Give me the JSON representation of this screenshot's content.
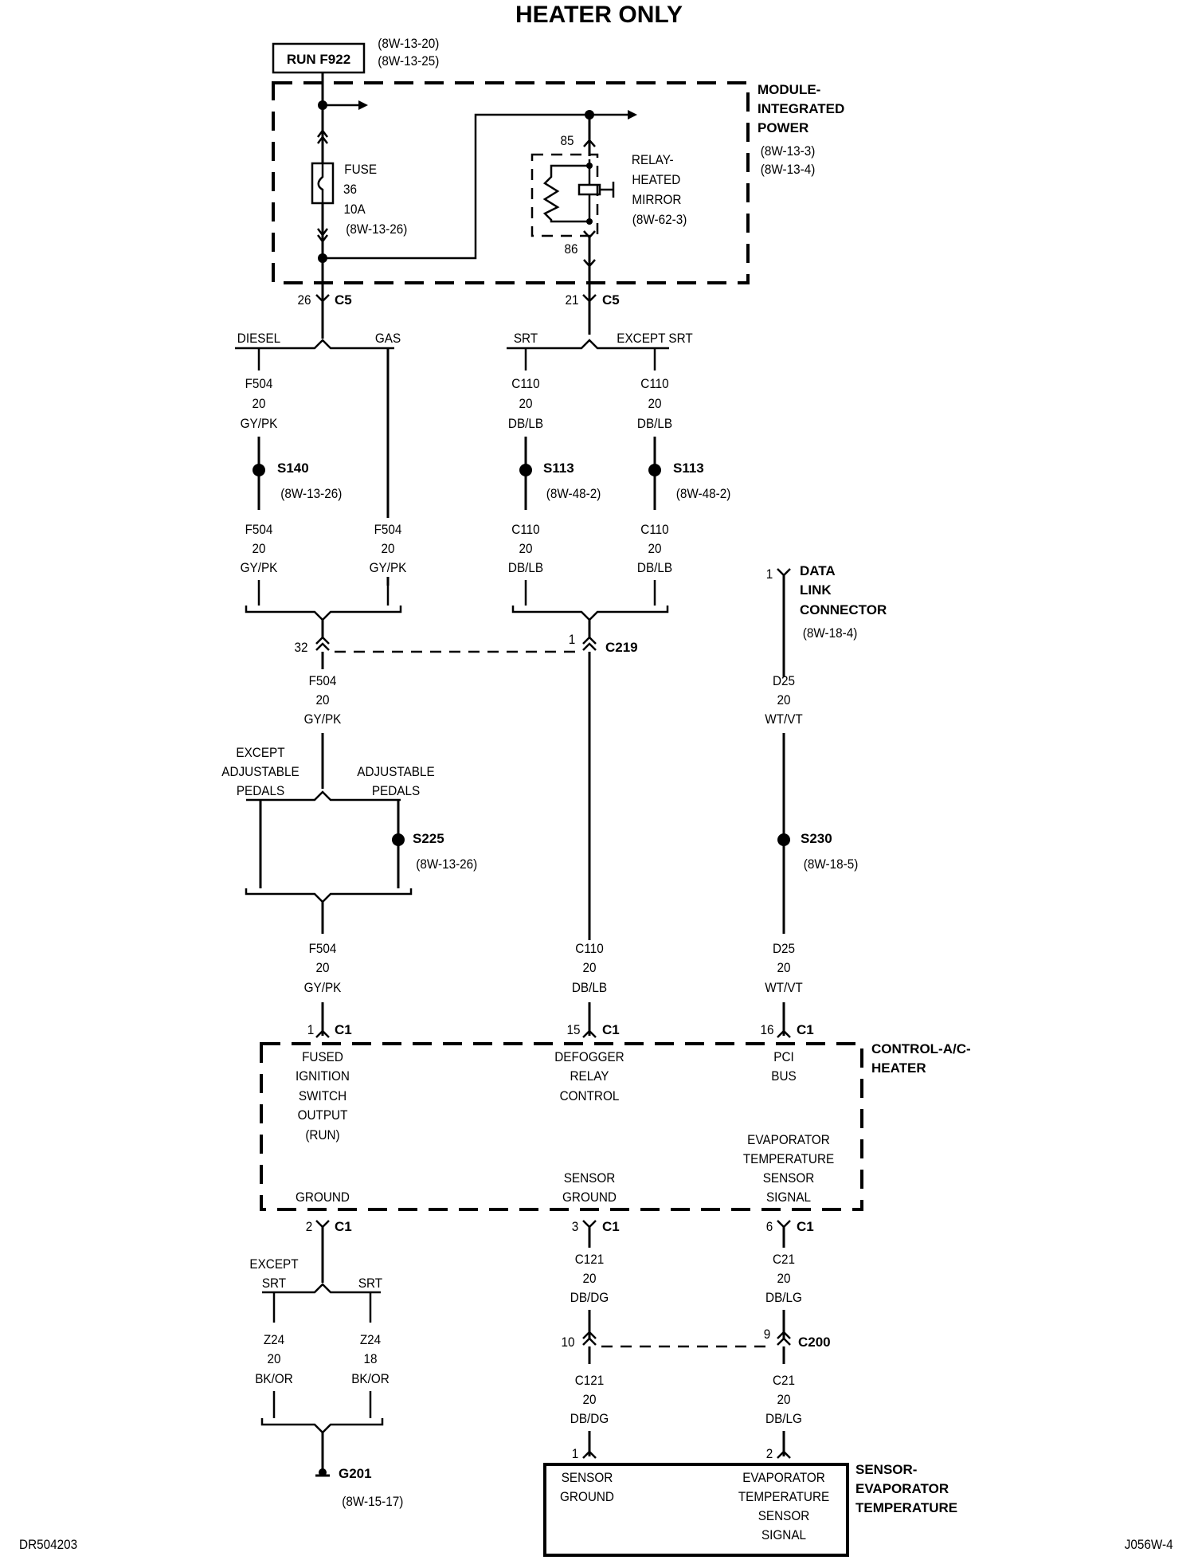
{
  "title": "HEATER ONLY",
  "run_label": "RUN F922",
  "run_refs": [
    "(8W-13-20)",
    "(8W-13-25)"
  ],
  "module_ipm": {
    "name": [
      "MODULE-",
      "INTEGRATED",
      "POWER"
    ],
    "refs": [
      "(8W-13-3)",
      "(8W-13-4)"
    ]
  },
  "fuse": {
    "lines": [
      "FUSE",
      "36",
      "10A",
      "(8W-13-26)"
    ]
  },
  "relay": {
    "name": [
      "RELAY-",
      "HEATED",
      "MIRROR",
      "(8W-62-3)"
    ],
    "pin_85": "85",
    "pin_86": "86"
  },
  "c5_left": {
    "pin": "26",
    "conn": "C5"
  },
  "c5_right": {
    "pin": "21",
    "conn": "C5"
  },
  "variants": {
    "diesel": "DIESEL",
    "gas": "GAS",
    "srt": "SRT",
    "except_srt": "EXCEPT SRT",
    "except_adj": [
      "EXCEPT",
      "ADJUSTABLE",
      "PEDALS"
    ],
    "adj": [
      "ADJUSTABLE",
      "PEDALS"
    ],
    "gnd_except": [
      "EXCEPT",
      "SRT"
    ],
    "gnd_srt": "SRT"
  },
  "wires": {
    "f504_a": [
      "F504",
      "20",
      "GY/PK"
    ],
    "f504_b": [
      "F504",
      "20",
      "GY/PK"
    ],
    "f504_c": [
      "F504",
      "20",
      "GY/PK"
    ],
    "f504_d": [
      "F504",
      "20",
      "GY/PK"
    ],
    "f504_e": [
      "F504",
      "20",
      "GY/PK"
    ],
    "c110_a": [
      "C110",
      "20",
      "DB/LB"
    ],
    "c110_b": [
      "C110",
      "20",
      "DB/LB"
    ],
    "c110_c": [
      "C110",
      "20",
      "DB/LB"
    ],
    "c110_d": [
      "C110",
      "20",
      "DB/LB"
    ],
    "c110_e": [
      "C110",
      "20",
      "DB/LB"
    ],
    "d25_a": [
      "D25",
      "20",
      "WT/VT"
    ],
    "d25_b": [
      "D25",
      "20",
      "WT/VT"
    ],
    "z24_a": [
      "Z24",
      "20",
      "BK/OR"
    ],
    "z24_b": [
      "Z24",
      "18",
      "BK/OR"
    ],
    "c121_a": [
      "C121",
      "20",
      "DB/DG"
    ],
    "c121_b": [
      "C121",
      "20",
      "DB/DG"
    ],
    "c21_a": [
      "C21",
      "20",
      "DB/LG"
    ],
    "c21_b": [
      "C21",
      "20",
      "DB/LG"
    ]
  },
  "splices": {
    "s140": {
      "name": "S140",
      "ref": "(8W-13-26)"
    },
    "s113_a": {
      "name": "S113",
      "ref": "(8W-48-2)"
    },
    "s113_b": {
      "name": "S113",
      "ref": "(8W-48-2)"
    },
    "s225": {
      "name": "S225",
      "ref": "(8W-13-26)"
    },
    "s230": {
      "name": "S230",
      "ref": "(8W-18-5)"
    }
  },
  "c219": {
    "pin_left": "32",
    "pin_right": "1",
    "conn": "C219"
  },
  "dlc": {
    "pin": "1",
    "name": [
      "DATA",
      "LINK",
      "CONNECTOR"
    ],
    "ref": "(8W-18-4)"
  },
  "control": {
    "name": [
      "CONTROL-A/C-",
      "HEATER"
    ],
    "pins_top": [
      {
        "pin": "1",
        "conn": "C1",
        "label": [
          "FUSED",
          "IGNITION",
          "SWITCH",
          "OUTPUT",
          "(RUN)"
        ]
      },
      {
        "pin": "15",
        "conn": "C1",
        "label": [
          "DEFOGGER",
          "RELAY",
          "CONTROL"
        ]
      },
      {
        "pin": "16",
        "conn": "C1",
        "label": [
          "PCI",
          "BUS"
        ]
      }
    ],
    "pins_bottom": [
      {
        "pin": "2",
        "conn": "C1",
        "label": [
          "GROUND"
        ]
      },
      {
        "pin": "3",
        "conn": "C1",
        "label": [
          "SENSOR",
          "GROUND"
        ]
      },
      {
        "pin": "6",
        "conn": "C1",
        "label": [
          "EVAPORATOR",
          "TEMPERATURE",
          "SENSOR",
          "SIGNAL"
        ]
      }
    ]
  },
  "c200": {
    "pin_left": "10",
    "pin_right": "9",
    "conn": "C200"
  },
  "ground": {
    "name": "G201",
    "ref": "(8W-15-17)"
  },
  "sensor": {
    "name": [
      "SENSOR-",
      "EVAPORATOR",
      "TEMPERATURE"
    ],
    "pin1": "1",
    "pin2": "2",
    "label1": [
      "SENSOR",
      "GROUND"
    ],
    "label2": [
      "EVAPORATOR",
      "TEMPERATURE",
      "SENSOR",
      "SIGNAL"
    ]
  },
  "footer": {
    "left": "DR504203",
    "right": "J056W-4"
  }
}
